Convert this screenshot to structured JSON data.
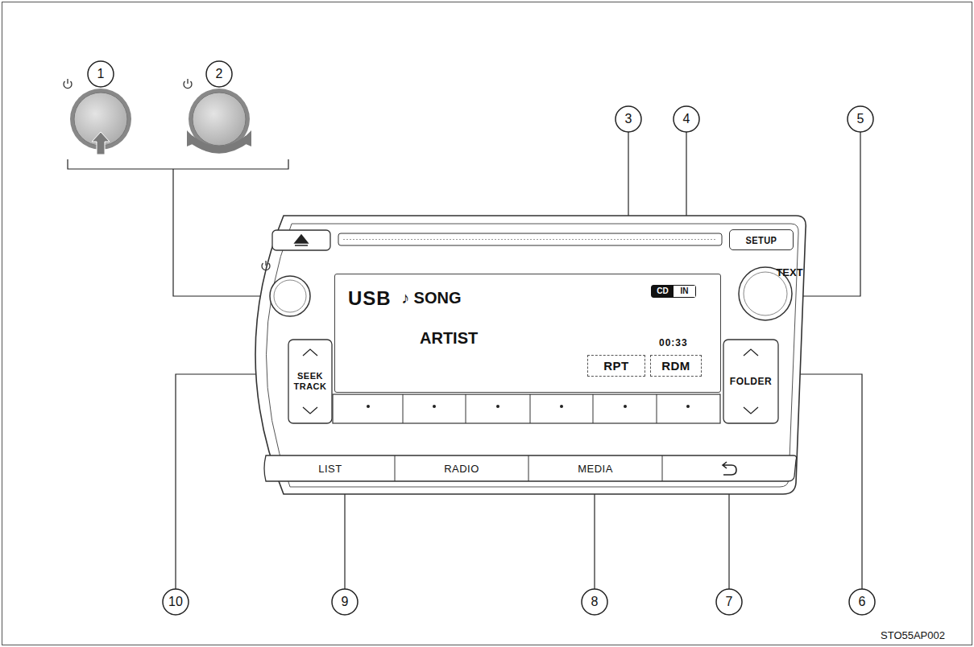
{
  "diagram": {
    "nodes": [
      {
        "text": [
          "SETUP"
        ]
      },
      {
        "text": [
          "USB",
          "♪ SONG",
          "ARTIST",
          "00:33"
        ]
      },
      {
        "text": [
          "CD",
          "IN"
        ],
        "in": 1
      },
      {
        "text": [
          "RPT"
        ],
        "in": 1
      },
      {
        "text": [
          "RDM"
        ],
        "in": 1
      },
      {
        "text": [
          "SEEK TRACK"
        ]
      },
      {
        "text": [
          "FOLDER"
        ]
      },
      {
        "text": [
          "LIST"
        ]
      },
      {
        "text": [
          "RADIO"
        ]
      },
      {
        "text": [
          "MEDIA"
        ]
      }
    ],
    "labels": [
      "1",
      "2",
      "3",
      "4",
      "5",
      "TEXT",
      "10",
      "9",
      "8",
      "7",
      "6",
      "STO55AP002"
    ]
  }
}
